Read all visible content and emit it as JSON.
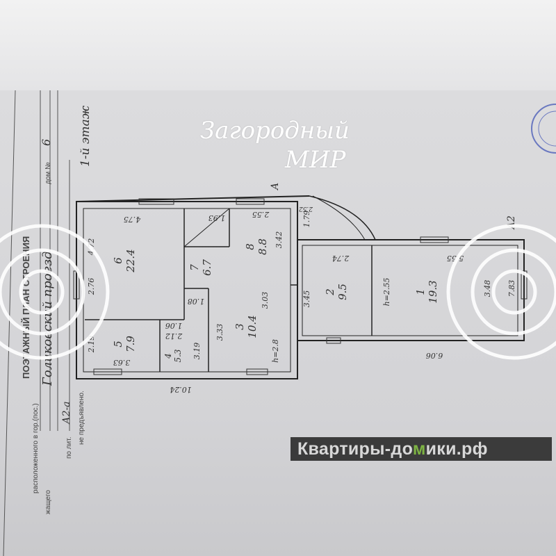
{
  "document": {
    "title": "ПОЭТАЖНЫЙ ПЛАН СТРОЕНИЯ",
    "located_label": "расположенного в гор.(пос.)",
    "settlement_handwritten": "Голиковский проезд",
    "house_label": "дом №",
    "house_number": "6",
    "floor_label": "1-й этаж",
    "litera_label": "по лит.",
    "litera_value": "А2-а",
    "not_presented": "не предъявлено.",
    "owner_label": "жащего"
  },
  "rooms": [
    {
      "number": "1",
      "area": "19.3"
    },
    {
      "number": "2",
      "area": "9.5"
    },
    {
      "number": "3",
      "area": "10.4"
    },
    {
      "number": "4",
      "area": "5.3"
    },
    {
      "number": "5",
      "area": "7.9"
    },
    {
      "number": "6",
      "area": "22.4"
    },
    {
      "number": "7",
      "area": "6.7"
    },
    {
      "number": "8",
      "area": "8.8"
    }
  ],
  "dimensions": [
    "4.75",
    "4.72",
    "2.76",
    "2.19",
    "3.63",
    "10.24",
    "1.93",
    "2.55",
    "3.42",
    "1.79",
    "2.52",
    "2.74",
    "5.55",
    "3.45",
    "3.03",
    "3.33",
    "2.12",
    "1.06",
    "1.08",
    "3.19",
    "6.06",
    "3.48",
    "7.83",
    "h=2.55",
    "h=2.8"
  ],
  "litera_marks": [
    "А",
    "А2"
  ],
  "watermarks": {
    "line1": "Загородный",
    "line2": "МИР"
  },
  "brand": {
    "part1": "Квартиры-до",
    "part2": "м",
    "part3": "ики.рф"
  },
  "colors": {
    "brand_green": "#7db343",
    "brand_bg": "#3b3b3b"
  }
}
